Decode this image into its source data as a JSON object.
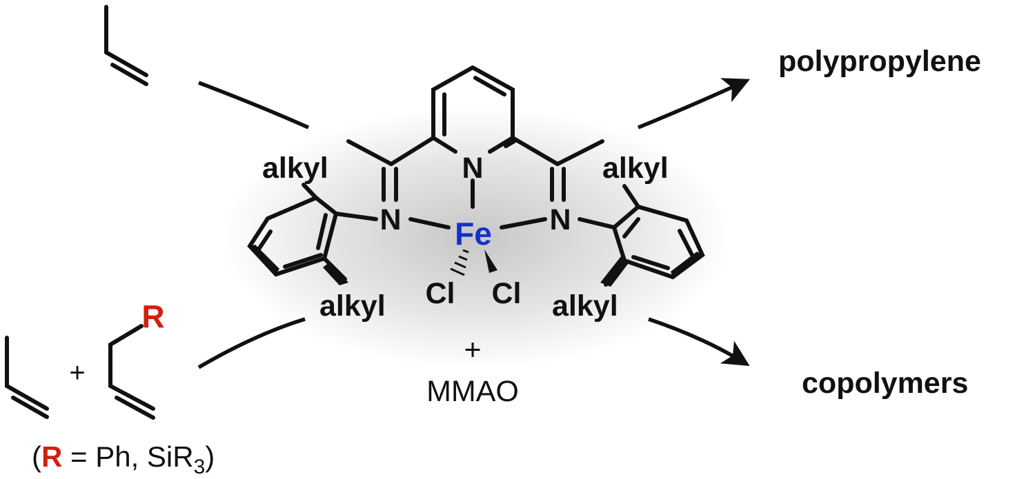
{
  "products": {
    "top": "polypropylene",
    "bottom": "copolymers"
  },
  "catalyst": {
    "metal": "Fe",
    "pyridine_n": "N",
    "imine_n_left": "N",
    "imine_n_right": "N",
    "chloride_1": "Cl",
    "chloride_2": "Cl",
    "substituents": {
      "upper_left": "alkyl",
      "lower_left": "alkyl",
      "upper_right": "alkyl",
      "lower_right": "alkyl"
    },
    "plus": "+",
    "cocatalyst": "MMAO"
  },
  "monomers": {
    "plus": "+",
    "r_label": "R",
    "note": {
      "open": "(",
      "r": "R",
      "rest": " = Ph, SiR",
      "subscript": "3",
      "close": ")"
    }
  },
  "colors": {
    "metal": "#1430c8",
    "r_group": "#d0200e",
    "ink": "#111111"
  }
}
